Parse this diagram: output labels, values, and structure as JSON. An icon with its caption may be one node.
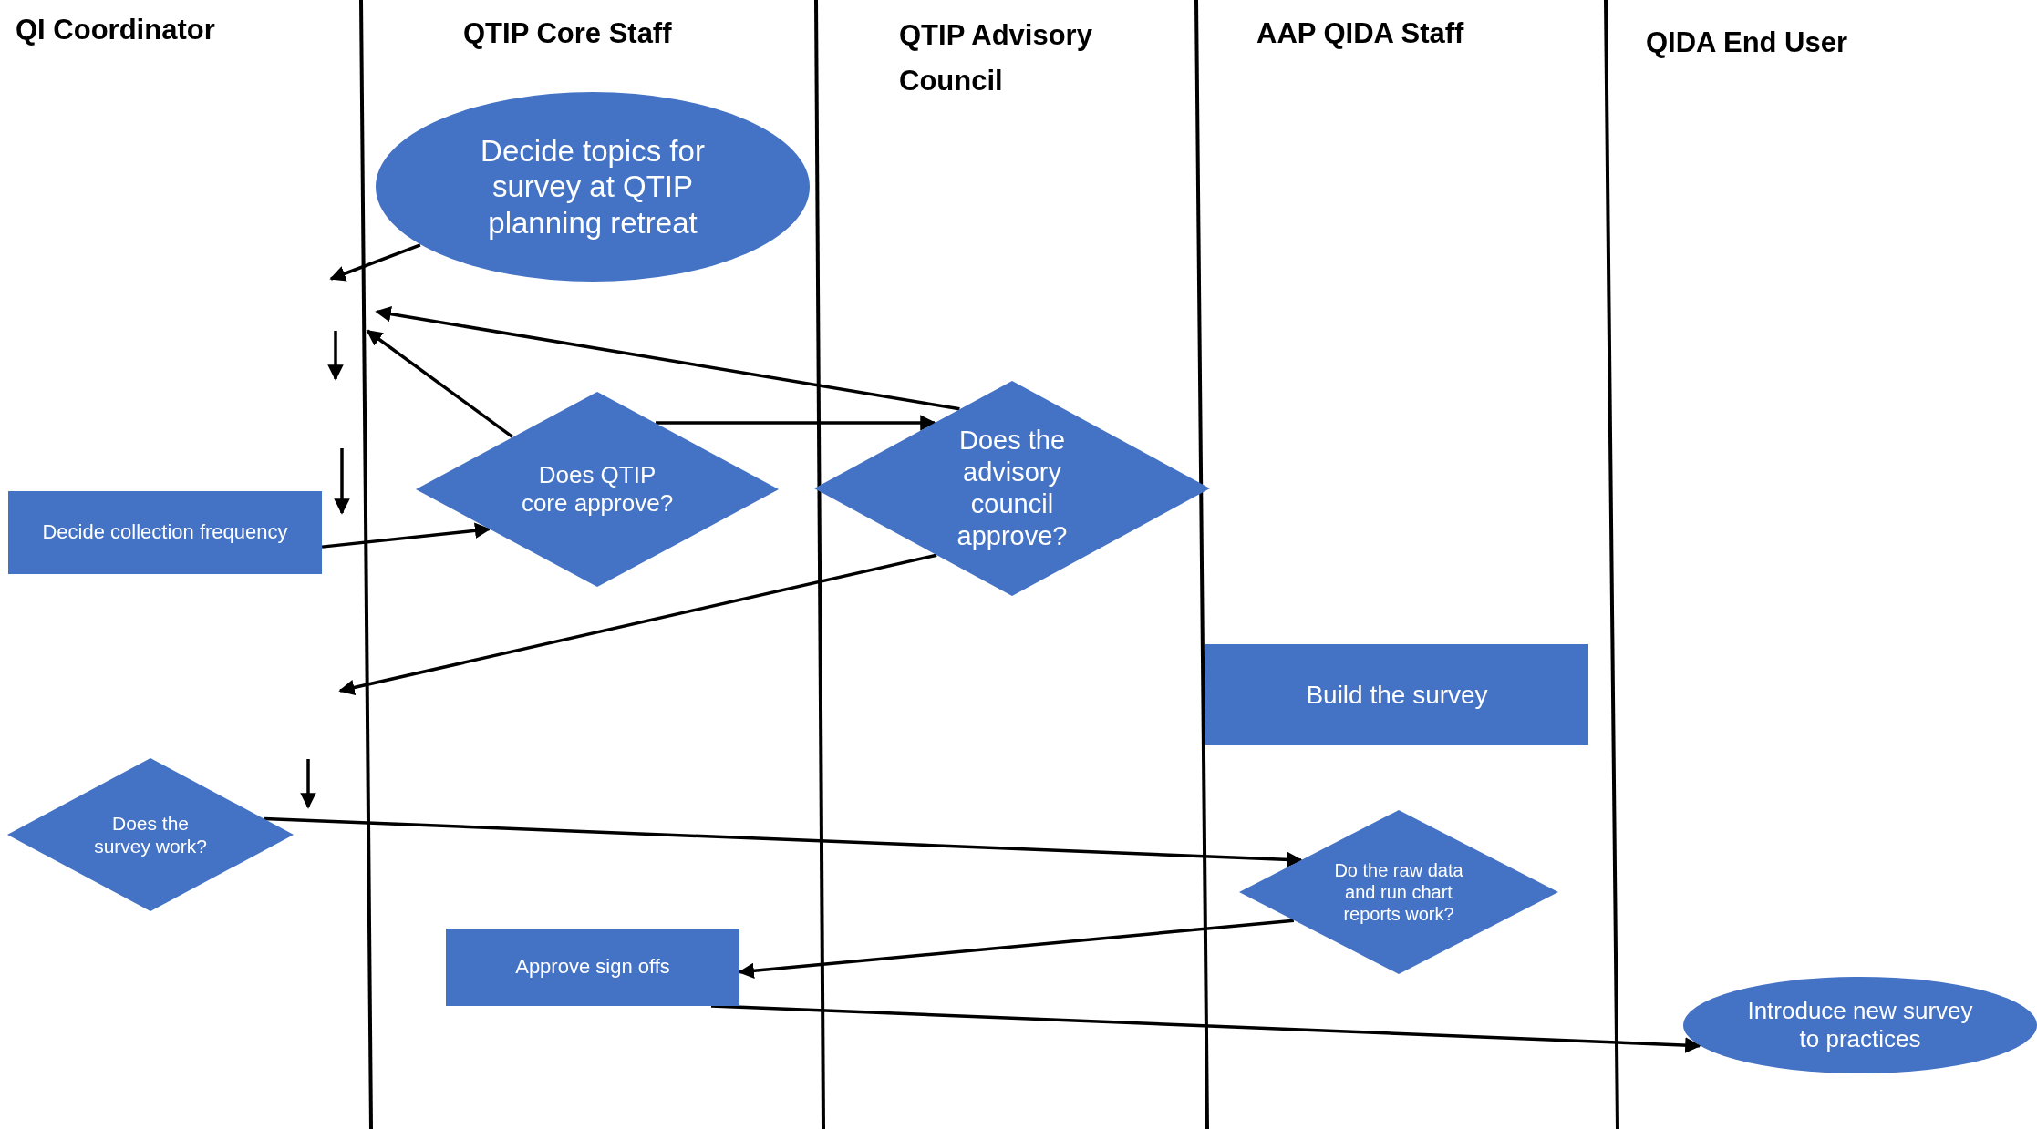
{
  "diagram": {
    "nodes": [
      {
        "text": [
          "Decide topics for survey at QTIP planning retreat"
        ]
      },
      {
        "text": [
          "Decide collection frequency"
        ]
      },
      {
        "text": [
          "Does QTIP core approve?"
        ]
      },
      {
        "text": [
          "Does the advisory council approve?"
        ]
      },
      {
        "text": [
          "Build the survey"
        ]
      },
      {
        "text": [
          "Does the survey work?"
        ]
      },
      {
        "text": [
          "Do the raw data and run chart reports work?"
        ]
      },
      {
        "text": [
          "Approve sign offs"
        ]
      },
      {
        "text": [
          "Introduce new survey to practices"
        ]
      }
    ],
    "edges": [
      {
        "from": 0,
        "to": null,
        "arrow": "to"
      },
      {
        "from": 3,
        "to": null,
        "arrow": "to"
      },
      {
        "from": 2,
        "to": null,
        "arrow": "to"
      },
      {
        "from": 2,
        "to": 3,
        "arrow": "to"
      },
      {
        "from": 1,
        "to": 2,
        "arrow": "to"
      },
      {
        "from": 3,
        "to": null,
        "arrow": "to"
      },
      {
        "from": 5,
        "to": 6,
        "arrow": "to"
      },
      {
        "from": 6,
        "to": 7,
        "arrow": "to"
      },
      {
        "from": 7,
        "to": 8,
        "arrow": "to"
      }
    ],
    "labels": [
      "QI Coordinator",
      "QTIP Core Staff",
      "QTIP Advisory Council",
      "AAP QIDA Staff",
      "QIDA End User"
    ]
  }
}
